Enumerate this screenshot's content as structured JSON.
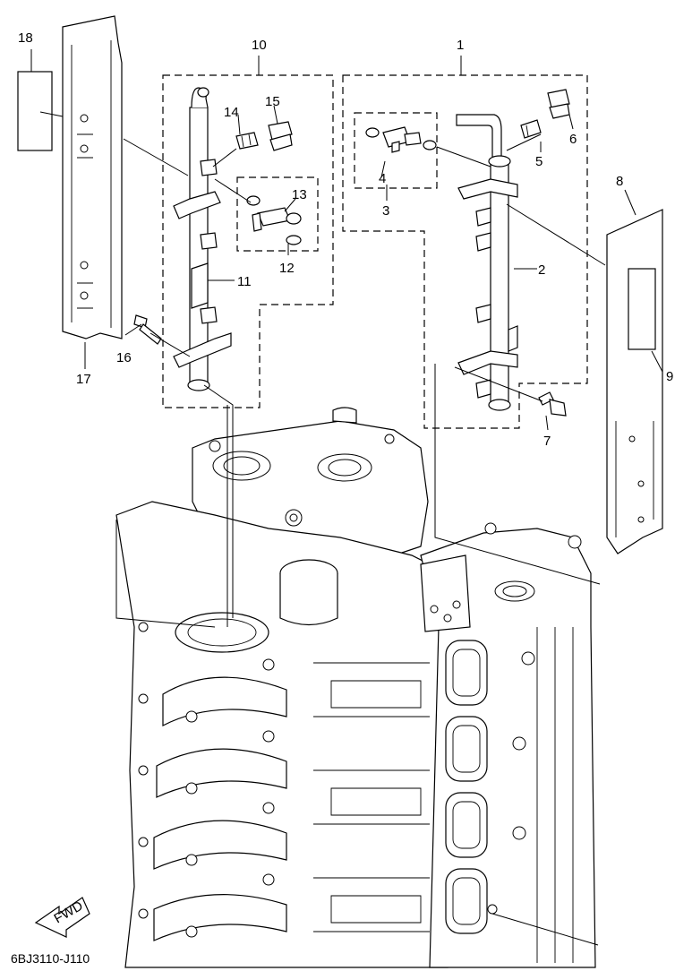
{
  "callouts": {
    "c1": "1",
    "c2": "2",
    "c3": "3",
    "c4": "4",
    "c5": "5",
    "c6": "6",
    "c7": "7",
    "c8": "8",
    "c9": "9",
    "c10": "10",
    "c11": "11",
    "c12": "12",
    "c13": "13",
    "c14": "14",
    "c15": "15",
    "c16": "16",
    "c17": "17",
    "c18": "18"
  },
  "fwd_label": "FWD",
  "diagram_code": "6BJ3110-J110"
}
